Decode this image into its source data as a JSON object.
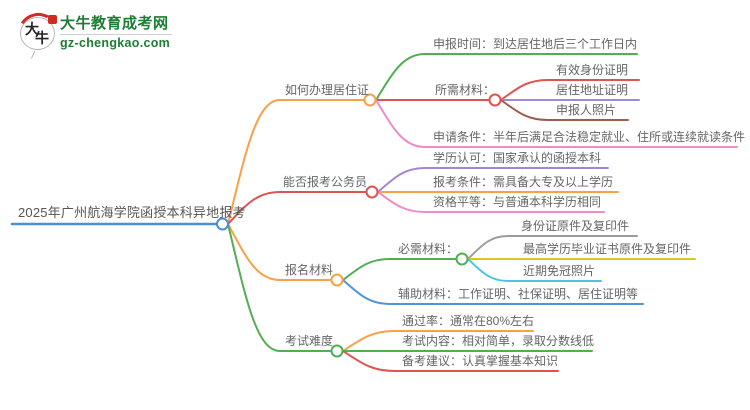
{
  "logo": {
    "icon_char1": "大",
    "icon_char2": "牛",
    "title": "大牛教育成考网",
    "domain": "gz-chengkao.com",
    "brand_green": "#1f7c34",
    "seal_red": "#cf2b24"
  },
  "mindmap": {
    "root": {
      "id": "root",
      "label": "2025年广州航海学院函授本科异地报考",
      "color": "#4a90d6"
    },
    "nodes": [
      {
        "id": "b1",
        "parent": "root",
        "label": "如何办理居住证",
        "color": "#f7a148"
      },
      {
        "id": "b1c1",
        "parent": "b1",
        "label": "申报时间：到达居住地后三个工作日内",
        "color": "#53ae53"
      },
      {
        "id": "b1c2",
        "parent": "b1",
        "label": "所需材料：",
        "color": "#e15252"
      },
      {
        "id": "b1c2g1",
        "parent": "b1c2",
        "label": "有效身份证明",
        "color": "#e15252"
      },
      {
        "id": "b1c2g2",
        "parent": "b1c2",
        "label": "居住地址证明",
        "color": "#a287d4"
      },
      {
        "id": "b1c2g3",
        "parent": "b1c2",
        "label": "申报人照片",
        "color": "#a2594e"
      },
      {
        "id": "b1c3",
        "parent": "b1",
        "label": "申请条件：半年后满足合法稳定就业、住所或连续就读条件",
        "color": "#ee8cc9"
      },
      {
        "id": "b2",
        "parent": "root",
        "label": "能否报考公务员",
        "color": "#e15252"
      },
      {
        "id": "b2c1",
        "parent": "b2",
        "label": "学历认可：国家承认的函授本科",
        "color": "#a287d4"
      },
      {
        "id": "b2c2",
        "parent": "b2",
        "label": "报考条件：需具备大专及以上学历",
        "color": "#f7a148"
      },
      {
        "id": "b2c3",
        "parent": "b2",
        "label": "资格平等：与普通本科学历相同",
        "color": "#ee8cc9"
      },
      {
        "id": "b3",
        "parent": "root",
        "label": "报名材料",
        "color": "#f7a148"
      },
      {
        "id": "b3c1",
        "parent": "b3",
        "label": "必需材料：",
        "color": "#53ae53"
      },
      {
        "id": "b3c1g1",
        "parent": "b3c1",
        "label": "身份证原件及复印件",
        "color": "#9c9c9c"
      },
      {
        "id": "b3c1g2",
        "parent": "b3c1",
        "label": "最高学历毕业证书原件及复印件",
        "color": "#d8c822"
      },
      {
        "id": "b3c1g3",
        "parent": "b3c1",
        "label": "近期免冠照片",
        "color": "#4cc3e3"
      },
      {
        "id": "b3c2",
        "parent": "b3",
        "label": "辅助材料：工作证明、社保证明、居住证明等",
        "color": "#4b96d8"
      },
      {
        "id": "b4",
        "parent": "root",
        "label": "考试难度",
        "color": "#53ae53"
      },
      {
        "id": "b4c1",
        "parent": "b4",
        "label": "通过率：通常在80%左右",
        "color": "#f7a148"
      },
      {
        "id": "b4c2",
        "parent": "b4",
        "label": "考试内容：相对简单，录取分数线低",
        "color": "#53ae53"
      },
      {
        "id": "b4c3",
        "parent": "b4",
        "label": "备考建议：认真掌握基本知识",
        "color": "#e15252"
      }
    ]
  }
}
